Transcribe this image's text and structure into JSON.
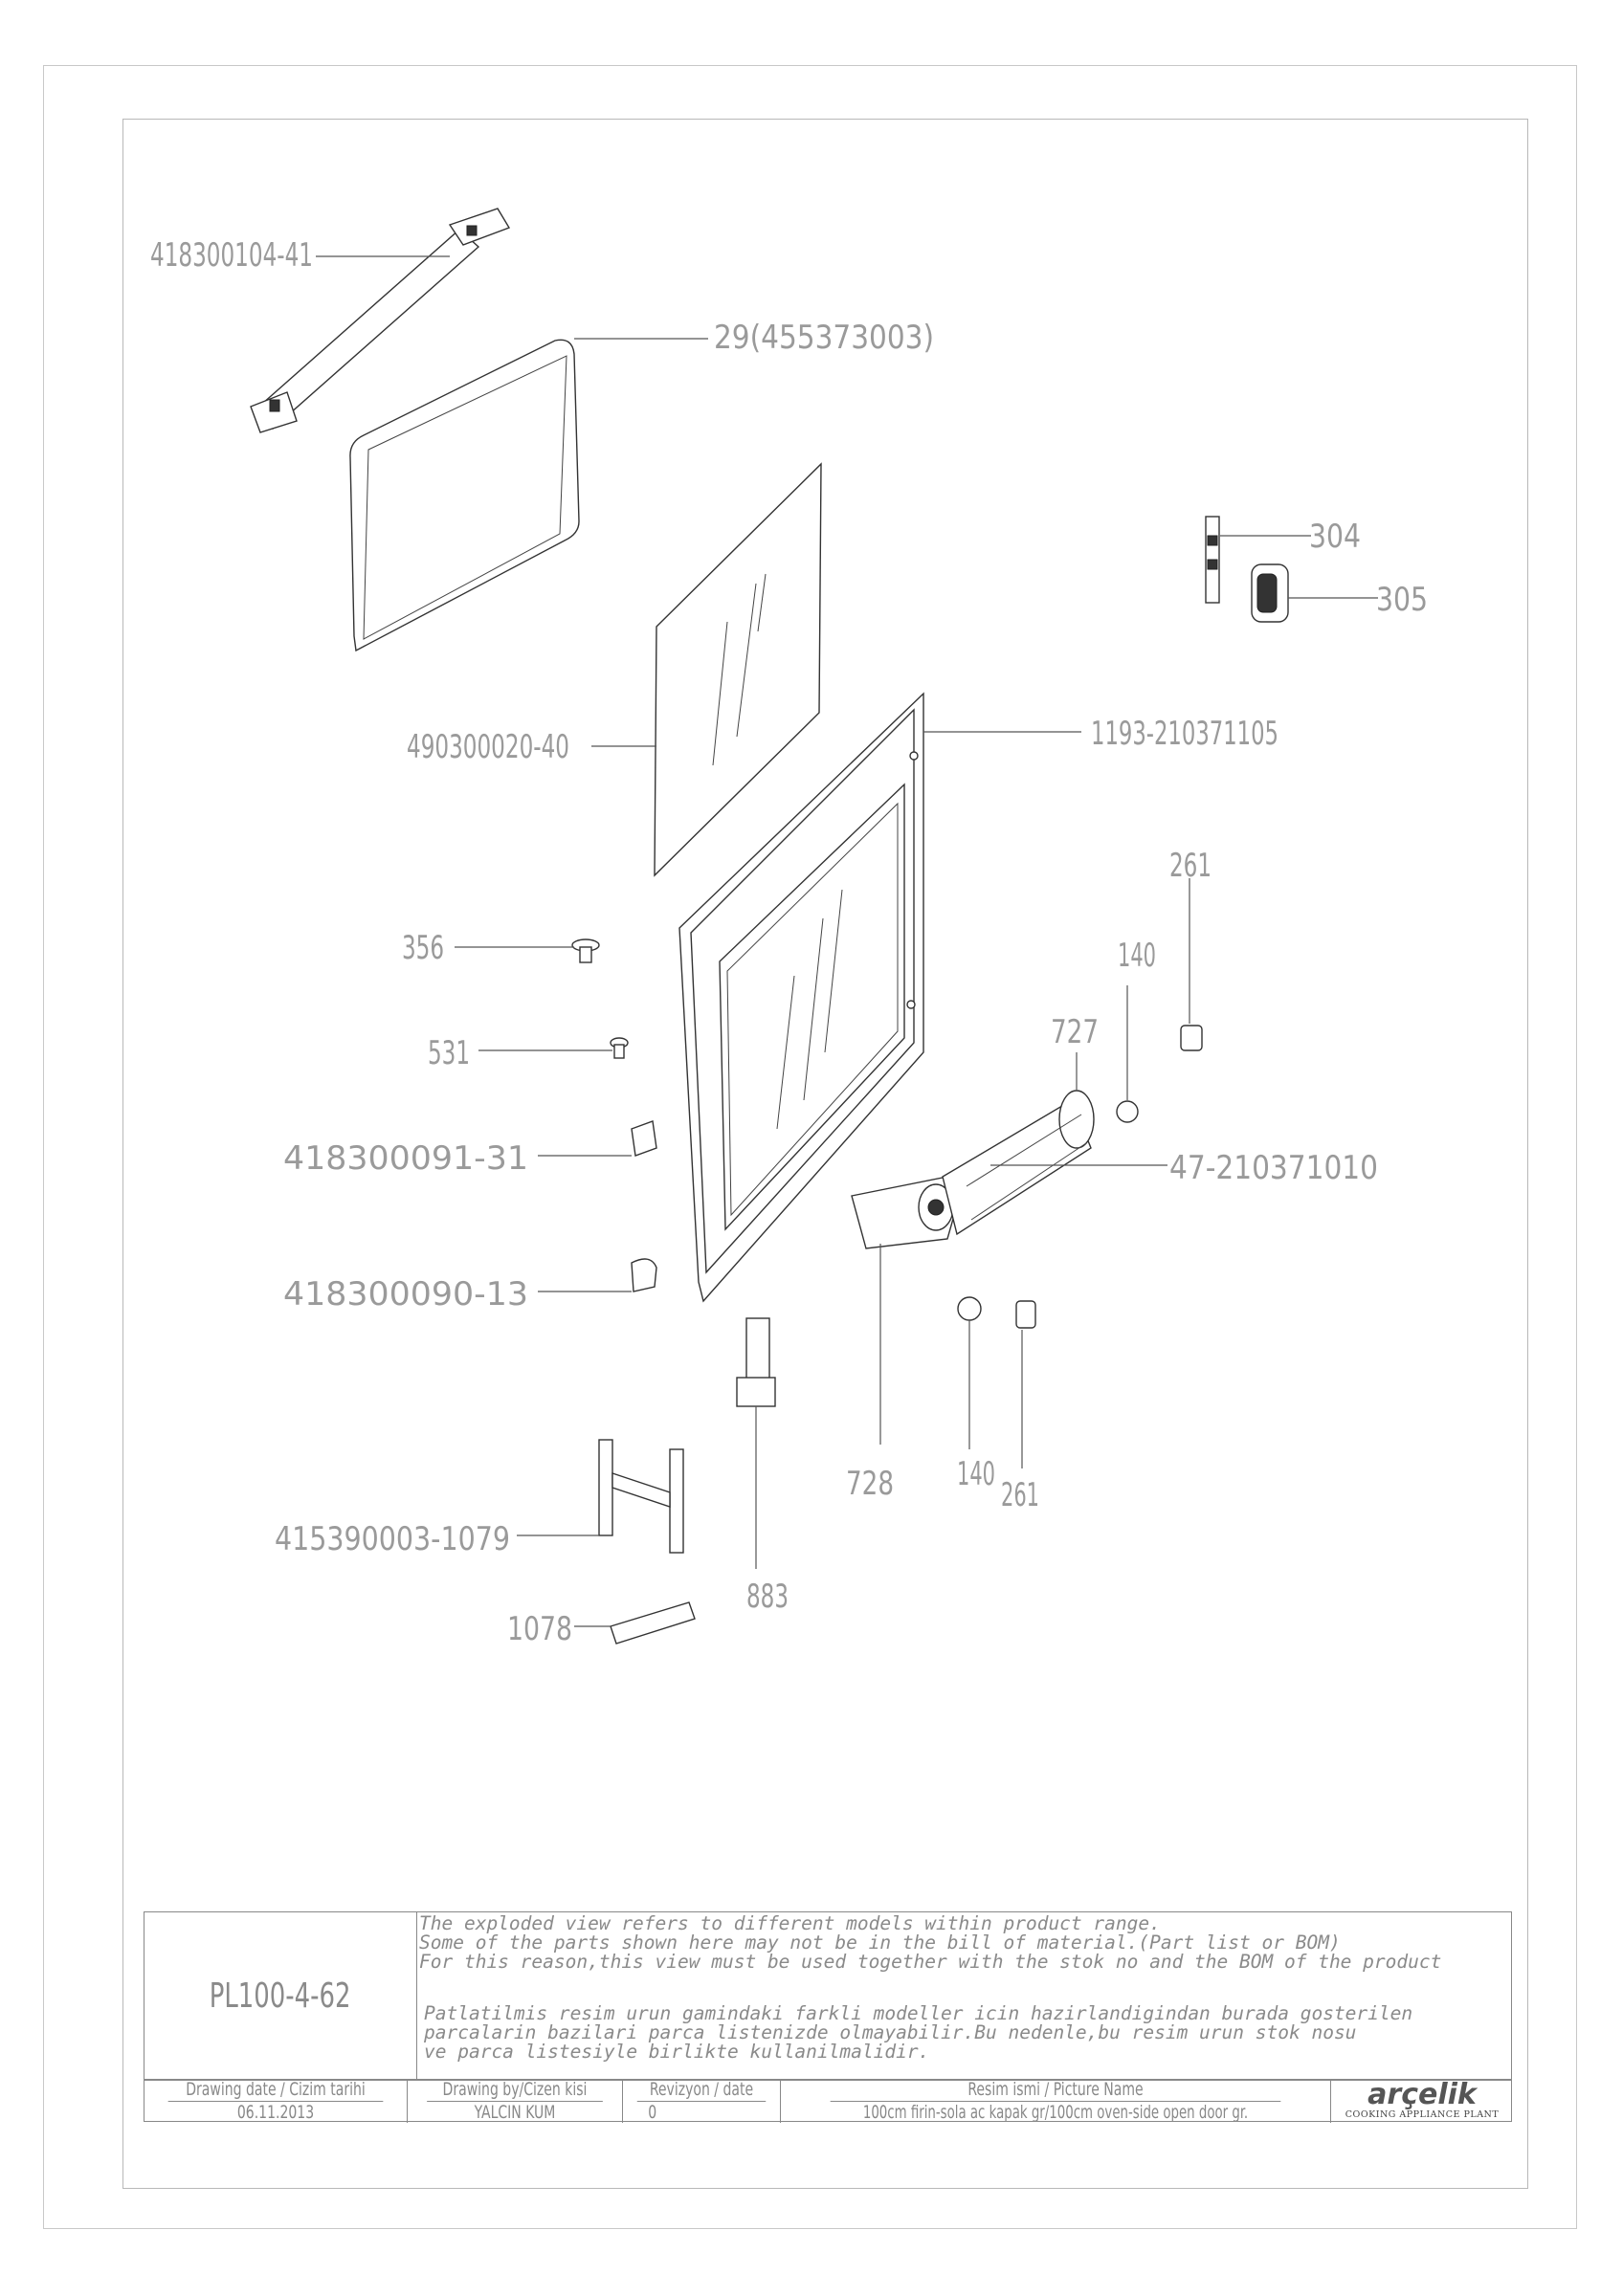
{
  "callouts": {
    "c1": "418300104-41",
    "c2": "29(455373003)",
    "c3": "304",
    "c4": "305",
    "c5": "490300020-40",
    "c6": "1193-210371105",
    "c7": "261",
    "c8": "356",
    "c9": "140",
    "c10": "727",
    "c11": "531",
    "c12": "418300091-31",
    "c13": "47-210371010",
    "c14": "418300090-13",
    "c15": "728",
    "c16": "140",
    "c17": "261",
    "c18": "415390003-1079",
    "c19": "883",
    "c20": "1078"
  },
  "title_block": {
    "drawing_code": "PL100-4-62",
    "note_en": [
      "The exploded view refers to different models within product range.",
      "Some of the parts shown here may not be in the bill of material.(Part list or BOM)",
      "For this reason,this view must be used together with the stok no and the BOM of the product"
    ],
    "note_tr": [
      "Patlatilmis resim urun gamindaki farkli modeller icin hazirlandigindan burada gosterilen",
      "parcalarin bazilari parca listenizde olmayabilir.Bu nedenle,bu resim urun stok nosu",
      "ve parca listesiyle birlikte kullanilmalidir."
    ],
    "headers": {
      "date": "Drawing date / Cizim tarihi",
      "by": "Drawing by/Cizen kisi",
      "rev": "Revizyon / date",
      "name": "Resim ismi / Picture Name"
    },
    "values": {
      "date": "06.11.2013",
      "by": "YALCIN KUM",
      "rev": "0",
      "name": "100cm firin-sola ac kapak gr/100cm oven-side open door gr."
    },
    "logo": {
      "brand": "arçelik",
      "sub": "COOKING APPLIANCE PLANT"
    }
  }
}
